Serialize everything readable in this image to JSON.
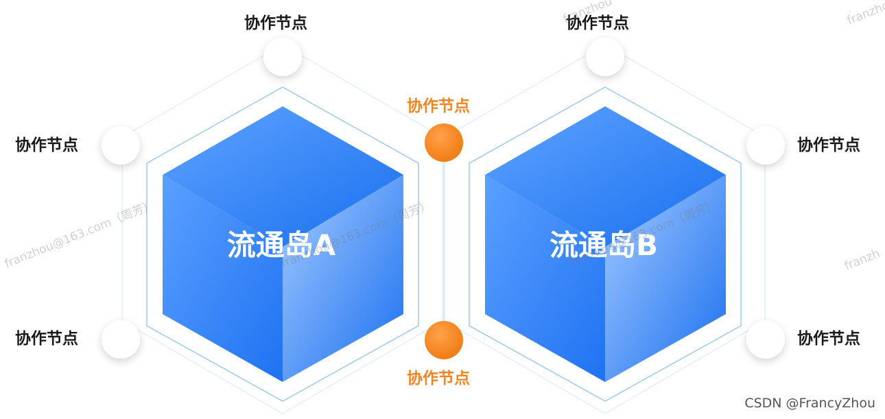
{
  "islands": [
    {
      "id": "a",
      "label": "流通岛A"
    },
    {
      "id": "b",
      "label": "流通岛B"
    }
  ],
  "nodes": {
    "outer_label": "协作节点",
    "center_label": "协作节点"
  },
  "watermarks": {
    "franzhou_a": "franzhou@163.com（周芳）",
    "franzhou_b": "franzhou@163.com（周芳）",
    "franzhou_c": "franzhou@163.com（周芳）",
    "franzhou_top": "franzhou",
    "franzhou_top_right": "franzhou",
    "franzhou_right": "franzh"
  },
  "credit": "CSDN @FrancyZhou",
  "colors": {
    "cube_dark": "#1a6ff0",
    "cube_light": "#7fb8ff",
    "node_orange": "#f5841f",
    "label_orange": "#f5841f",
    "hex_line": "#9ec9ee",
    "shadow_circle": "#ffffff"
  }
}
